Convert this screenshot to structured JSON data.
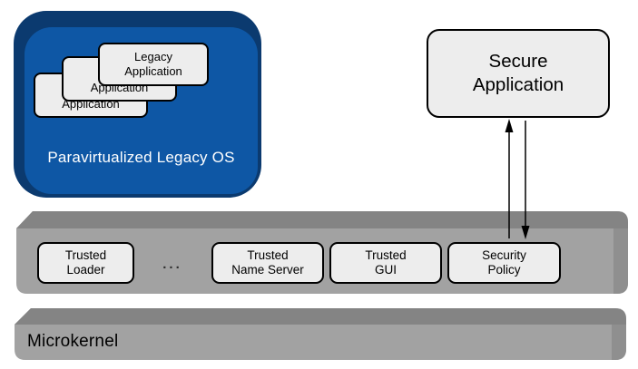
{
  "figure": {
    "legacy_os": {
      "label": "Paravirtualized Legacy OS",
      "applications": [
        {
          "lines": [
            "Application"
          ]
        },
        {
          "lines": [
            "Application"
          ]
        },
        {
          "lines": [
            "Legacy",
            "Application"
          ]
        }
      ]
    },
    "secure_application": {
      "lines": [
        "Secure",
        "Application"
      ]
    },
    "trusted_layer": {
      "ellipsis": "...",
      "services": [
        {
          "lines": [
            "Trusted",
            "Loader"
          ]
        },
        {
          "lines": [
            "Trusted",
            "Name Server"
          ]
        },
        {
          "lines": [
            "Trusted",
            "GUI"
          ]
        },
        {
          "lines": [
            "Security",
            "Policy"
          ]
        }
      ]
    },
    "microkernel": {
      "label": "Microkernel"
    },
    "colors": {
      "legacy_os_face": "#0e57a5",
      "legacy_os_bevel": "#0b3a6f",
      "layer_face": "#a2a2a2",
      "layer_bevel_top": "#848484",
      "layer_bevel_right": "#8f8f8f",
      "node_fill": "#ededed",
      "node_border": "#000000",
      "arrow": "#000000"
    }
  }
}
